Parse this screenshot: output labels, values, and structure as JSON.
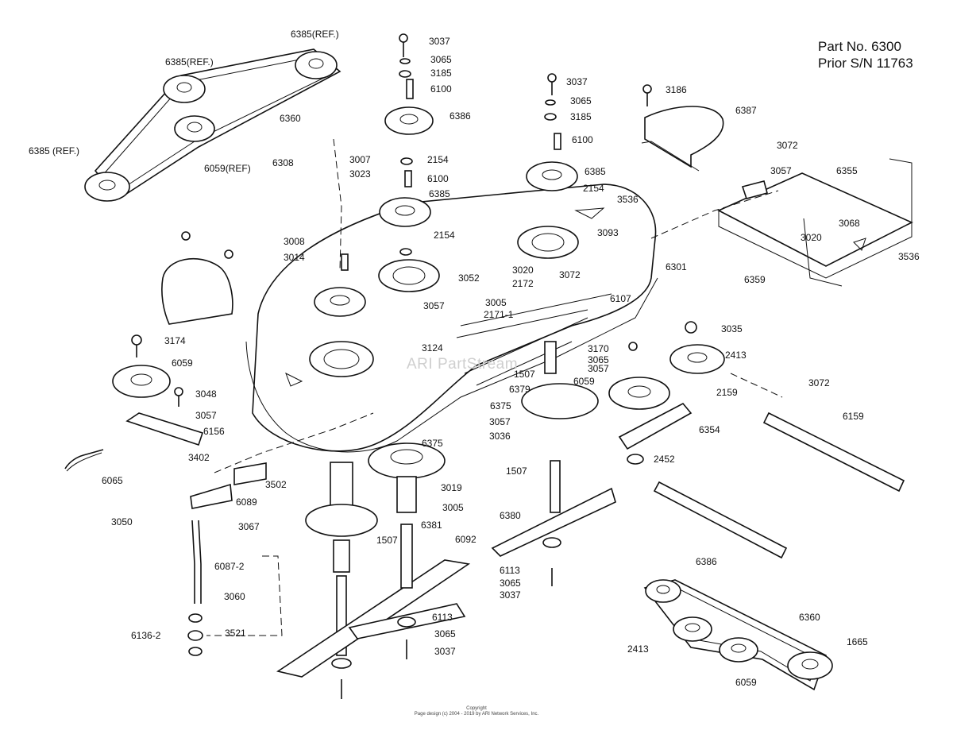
{
  "header": {
    "part_no": "Part No. 6300",
    "prior_sn": "Prior S/N 11763"
  },
  "watermark": "ARI PartStream",
  "footer": {
    "copyright": "Copyright",
    "page_design": "Page design (c) 2004 - 2019 by ARI Network Services, Inc."
  },
  "callouts": [
    "6385(REF.)",
    "6385(REF.)",
    "6360",
    "6059(REF)",
    "6385 (REF.)",
    "3037",
    "3065",
    "3185",
    "6100",
    "6386",
    "2154",
    "6100",
    "6385",
    "2154",
    "3037",
    "3065",
    "3185",
    "6100",
    "6385",
    "2154",
    "3536",
    "3093",
    "3186",
    "6387",
    "3072",
    "3057",
    "6355",
    "3068",
    "3020",
    "3536",
    "6359",
    "6308",
    "3007",
    "3023",
    "3008",
    "3014",
    "3020",
    "3052",
    "2172",
    "3005",
    "3057",
    "2171-1",
    "3072",
    "6107",
    "6301",
    "3124",
    "3174",
    "6059",
    "3048",
    "3057",
    "6156",
    "3402",
    "6065",
    "3502",
    "6089",
    "3050",
    "3067",
    "6087-2",
    "3060",
    "6136-2",
    "3521",
    "1507",
    "6379",
    "6375",
    "3057",
    "3036",
    "6375",
    "3019",
    "3005",
    "1507",
    "6381",
    "6092",
    "6113",
    "3065",
    "3037",
    "1507",
    "6380",
    "6113",
    "3065",
    "3037",
    "3035",
    "3170",
    "3065",
    "3057",
    "6059",
    "2413",
    "2159",
    "6354",
    "2452",
    "3072",
    "6159",
    "6386",
    "6360",
    "2413",
    "6059",
    "1665"
  ]
}
